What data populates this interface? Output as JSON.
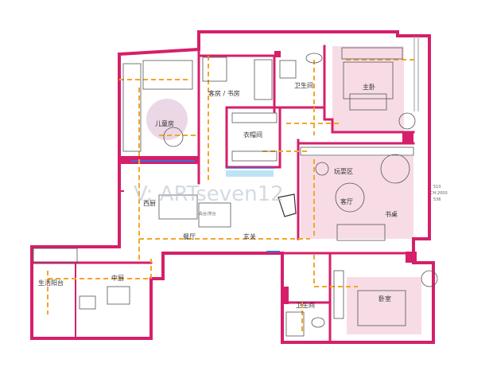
{
  "plan": {
    "rooms": {
      "children_room": "儿童房",
      "guest_study": "客房 / 书房",
      "bathroom_top": "卫生间",
      "master_bedroom": "主卧",
      "cloakroom": "衣帽间",
      "play_area": "玩耍区",
      "living_room": "客厅",
      "study_corner": "书桌",
      "western_kitchen": "西厨",
      "dining_label": "岛台/茶台",
      "dining_room": "餐厅",
      "entrance": "玄关",
      "kitchen": "中厨",
      "laundry_balcony": "生活阳台",
      "bathroom_bottom": "卫生间",
      "bedroom": "卧室"
    },
    "notes": {
      "dim1": "510",
      "dim2": "CH:2000",
      "dim3": "536"
    },
    "watermark": "V: ARTseven12",
    "colors": {
      "wall": "#d61f6a",
      "room_fill": "#f7dce6",
      "flow_line": "#f5a623",
      "window": "#3a6fd8"
    }
  }
}
